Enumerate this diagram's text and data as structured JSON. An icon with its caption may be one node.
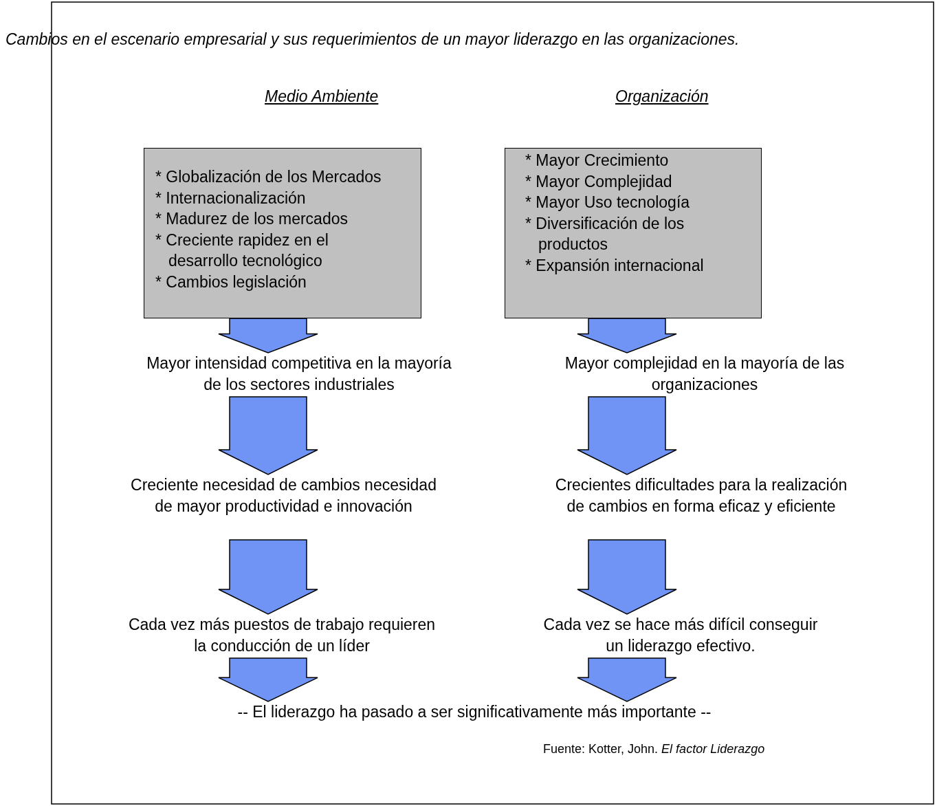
{
  "diagram": {
    "title": "Cambios en el escenario empresarial y sus requerimientos de un mayor liderazgo en las organizaciones.",
    "nodes": [
      {
        "text": [
          "* Globalización de los Mercados",
          "* Internacionalización",
          "* Madurez de los mercados",
          "* Creciente rapidez en el desarrollo tecnológico",
          "* Cambios legislación"
        ]
      },
      {
        "text": [
          "* Mayor Crecimiento",
          "* Mayor Complejidad",
          "* Mayor Uso tecnología",
          "* Diversificación de los productos",
          "* Expansión internacional"
        ]
      },
      {
        "text": [
          "Mayor intensidad competitiva en la mayoría de los sectores industriales"
        ]
      },
      {
        "text": [
          "Mayor complejidad en la mayoría de las organizaciones"
        ]
      },
      {
        "text": [
          "Creciente necesidad de cambios necesidad de mayor productividad e innovación"
        ]
      },
      {
        "text": [
          "Crecientes dificultades para la realización de cambios en forma eficaz y eficiente"
        ]
      },
      {
        "text": [
          "Cada vez más puestos de trabajo requieren la conducción de un líder"
        ]
      },
      {
        "text": [
          "Cada vez se hace más difícil conseguir un liderazgo efectivo."
        ]
      },
      {
        "text": [
          "-- El liderazgo ha pasado a ser significativamente más importante --"
        ]
      }
    ],
    "edges": [
      {
        "from": 0,
        "to": 2,
        "arrow": "to"
      },
      {
        "from": 1,
        "to": 3,
        "arrow": "to"
      },
      {
        "from": 2,
        "to": 4,
        "arrow": "to"
      },
      {
        "from": 3,
        "to": 5,
        "arrow": "to"
      },
      {
        "from": 4,
        "to": 6,
        "arrow": "to"
      },
      {
        "from": 5,
        "to": 7,
        "arrow": "to"
      },
      {
        "from": 6,
        "to": 8,
        "arrow": "to"
      },
      {
        "from": 7,
        "to": 8,
        "arrow": "to"
      }
    ],
    "labels": [
      "Medio Ambiente",
      "Organización",
      "Fuente: Kotter, John. *El factor Liderazgo*"
    ]
  }
}
